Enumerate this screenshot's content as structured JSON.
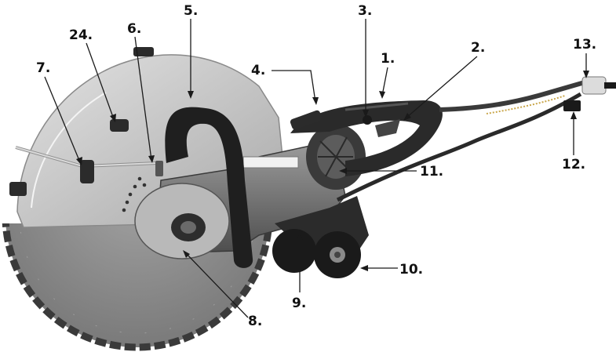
{
  "callouts": [
    {
      "id": "c1",
      "label": "1."
    },
    {
      "id": "c2",
      "label": "2."
    },
    {
      "id": "c3",
      "label": "3."
    },
    {
      "id": "c4",
      "label": "4."
    },
    {
      "id": "c5",
      "label": "5."
    },
    {
      "id": "c6",
      "label": "6."
    },
    {
      "id": "c7",
      "label": "7."
    },
    {
      "id": "c8",
      "label": "8."
    },
    {
      "id": "c9",
      "label": "9."
    },
    {
      "id": "c10",
      "label": "10."
    },
    {
      "id": "c11",
      "label": "11."
    },
    {
      "id": "c12",
      "label": "12."
    },
    {
      "id": "c13",
      "label": "13."
    },
    {
      "id": "c24",
      "label": "24."
    }
  ],
  "colors": {
    "blade": "#8d8d8d",
    "blade_segments": "#3a3a3a",
    "guard": "#c9c9c9",
    "handle": "#1f1f1f",
    "motor_body": "#6e6e6e",
    "motor_cap": "#b8b8b8",
    "hose": "#2a2a2a"
  }
}
